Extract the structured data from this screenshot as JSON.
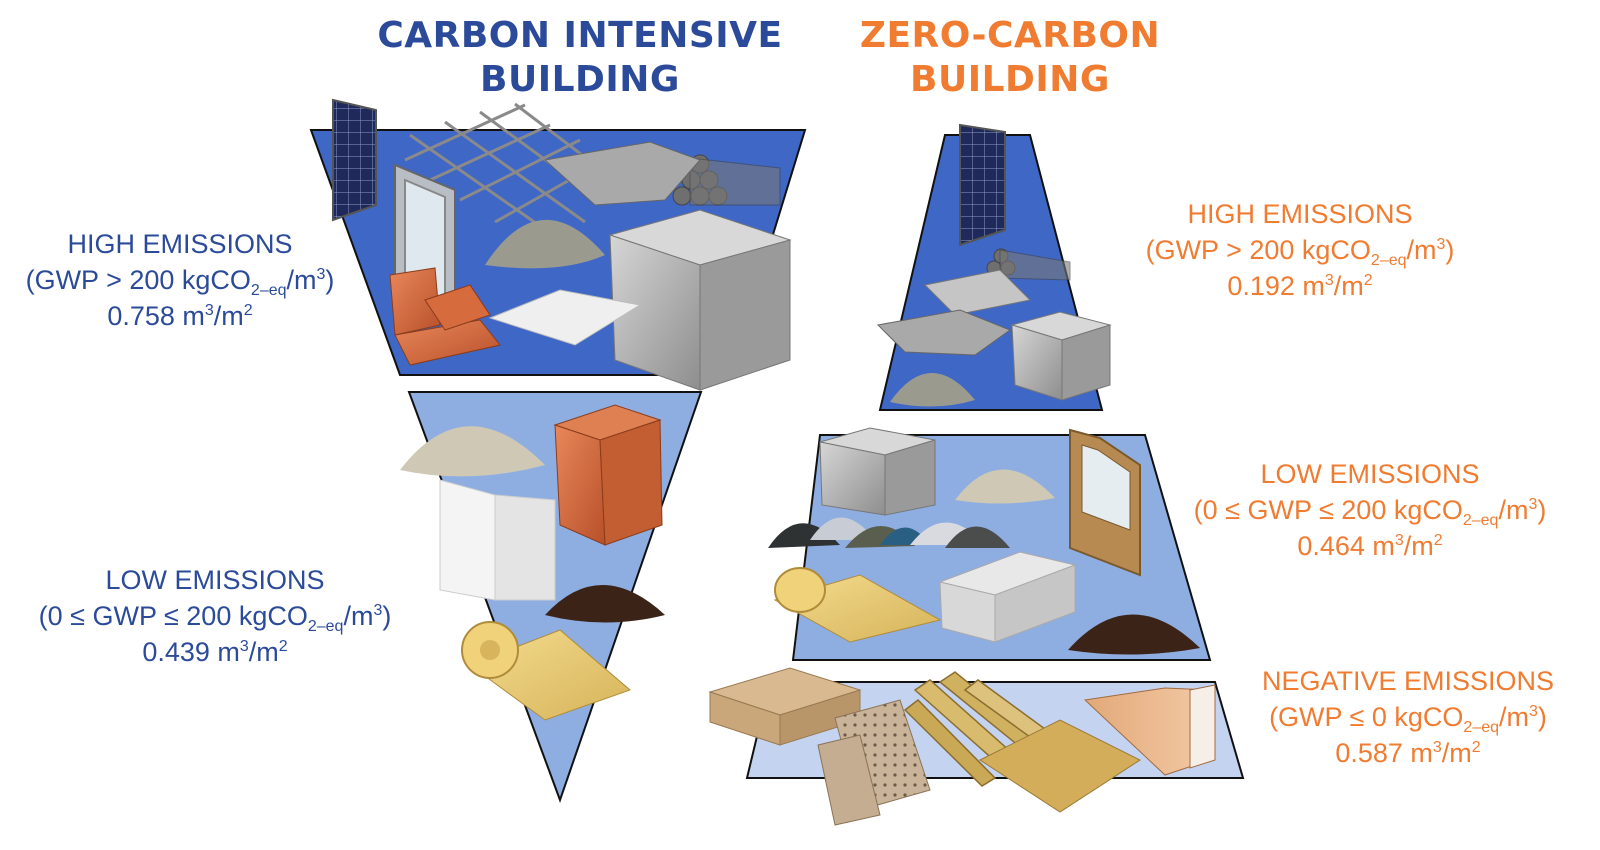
{
  "carbon_intensive": {
    "title_line1": "CARBON INTENSIVE",
    "title_line2": "BUILDING",
    "high": {
      "name": "HIGH EMISSIONS",
      "gwp_pre": "(GWP > 200 kgCO",
      "gwp_sub": "2–eq",
      "gwp_mid": "/m",
      "gwp_sup": "3",
      "gwp_post": ")",
      "value": "0.758 m",
      "value_sup": "3",
      "value_mid": "/m",
      "value_sup2": "2"
    },
    "low": {
      "name": "LOW EMISSIONS",
      "gwp_pre": "(0 ≤ GWP ≤ 200 kgCO",
      "gwp_sub": "2–eq",
      "gwp_mid": "/m",
      "gwp_sup": "3",
      "gwp_post": ")",
      "value": "0.439 m",
      "value_sup": "3",
      "value_mid": "/m",
      "value_sup2": "2"
    }
  },
  "zero_carbon": {
    "title_line1": "ZERO-CARBON",
    "title_line2": "BUILDING",
    "high": {
      "name": "HIGH EMISSIONS",
      "gwp_pre": "(GWP > 200 kgCO",
      "gwp_sub": "2–eq",
      "gwp_mid": "/m",
      "gwp_sup": "3",
      "gwp_post": ")",
      "value": "0.192 m",
      "value_sup": "3",
      "value_mid": "/m",
      "value_sup2": "2"
    },
    "low": {
      "name": "LOW EMISSIONS",
      "gwp_pre": "(0 ≤ GWP ≤ 200 kgCO",
      "gwp_sub": "2–eq",
      "gwp_mid": "/m",
      "gwp_sup": "3",
      "gwp_post": ")",
      "value": "0.464 m",
      "value_sup": "3",
      "value_mid": "/m",
      "value_sup2": "2"
    },
    "negative": {
      "name": "NEGATIVE EMISSIONS",
      "gwp_pre": "(GWP ≤ 0 kgCO",
      "gwp_sub": "2–eq",
      "gwp_mid": "/m",
      "gwp_sup": "3",
      "gwp_post": ")",
      "value": "0.587 m",
      "value_sup": "3",
      "value_mid": "/m",
      "value_sup2": "2"
    }
  },
  "colors": {
    "carbon_title": "#2b4b9a",
    "zero_title": "#f07c32",
    "high_fill": "#3f67c6",
    "low_fill": "#8eaee2",
    "negative_fill": "#c4d4f0"
  }
}
